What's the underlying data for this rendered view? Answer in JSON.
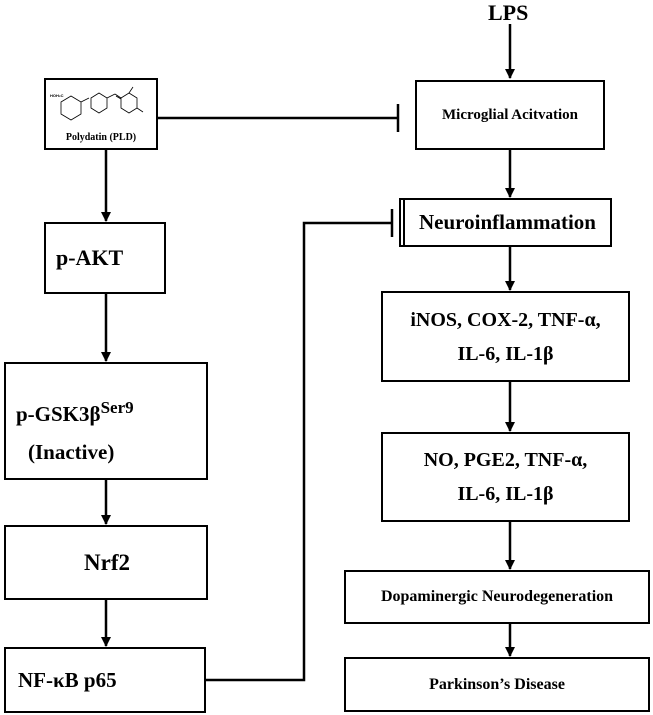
{
  "inputs": {
    "lps": "LPS",
    "drug": {
      "name": "Polydatin (PLD)",
      "structure_label": "HOH₂C"
    }
  },
  "left_pathway": {
    "akt": {
      "label": "p-AKT",
      "direction": "up"
    },
    "gsk": {
      "label": "p-GSK3β",
      "superscript": "Ser9",
      "state": "(Inactive)",
      "direction": "up"
    },
    "nrf2": {
      "label": "Nrf2",
      "direction": "up"
    },
    "nfkb": {
      "label": "NF-κB p65",
      "direction": "down"
    }
  },
  "right_pathway": {
    "microglia": "Microglial Acitvation",
    "neuroinflammation": "Neuroinflammation",
    "genes": {
      "line1": "iNOS, COX-2, TNF-α,",
      "line2": "IL-6, IL-1β"
    },
    "mediators": {
      "line1": "NO, PGE2, TNF-α,",
      "line2": "IL-6, IL-1β"
    },
    "neurodegeneration": "Dopaminergic Neurodegeneration",
    "disease": "Parkinson’s Disease"
  },
  "colors": {
    "line": "#000000",
    "background": "#ffffff"
  }
}
